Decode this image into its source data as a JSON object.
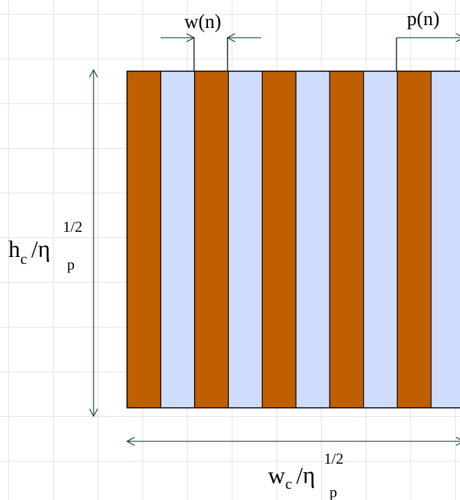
{
  "diagram": {
    "strip_pattern": [
      "dark",
      "light",
      "dark",
      "light",
      "dark",
      "light",
      "dark",
      "light",
      "dark",
      "light"
    ],
    "colors": {
      "dark": "#bf5f00",
      "light": "#d0dcfc",
      "outline": "#000000",
      "dimension": "#1f4f3f"
    },
    "labels": {
      "width": "w(n)",
      "pitch": "p(n)",
      "height": {
        "main": "h",
        "main_sub": "c",
        "sep": "/",
        "eta": "η",
        "eta_sub": "p",
        "eta_sup": "1/2"
      },
      "bottom": {
        "main": "w",
        "main_sub": "c",
        "sep": "/",
        "eta": "η",
        "eta_sub": "p",
        "eta_sup": "1/2"
      }
    }
  }
}
